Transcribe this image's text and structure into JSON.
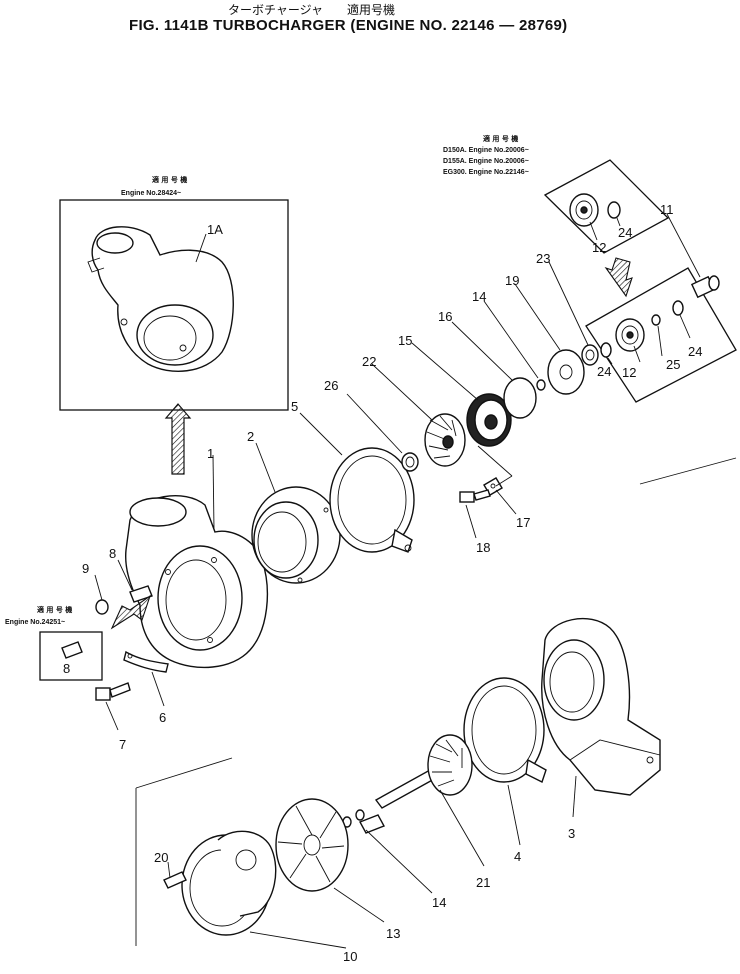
{
  "header": {
    "japanese_title": "ターボチャージャ　　適用号機",
    "figure_title": "FIG. 1141B  TURBOCHARGER (ENGINE  NO.  22146 — 28769)"
  },
  "notes": {
    "top_right": {
      "heading": "適 用 号 機",
      "lines": [
        "D150A. Engine No.20006~",
        "D155A. Engine No.20006~",
        "EG300. Engine No.22146~"
      ]
    },
    "top_left": {
      "heading": "適 用 号 機",
      "line": "Engine No.28424~"
    },
    "left": {
      "heading": "適 用 号 機",
      "line": "Engine No.24251~"
    }
  },
  "callouts": {
    "c1a": "1A",
    "c1": "1",
    "c2": "2",
    "c3": "3",
    "c4": "4",
    "c5": "5",
    "c6": "6",
    "c7": "7",
    "c8a": "8",
    "c8b": "8",
    "c9": "9",
    "c10": "10",
    "c11": "11",
    "c12a": "12",
    "c12b": "12",
    "c13": "13",
    "c14a": "14",
    "c14b": "14",
    "c15": "15",
    "c16": "16",
    "c17": "17",
    "c18": "18",
    "c19": "19",
    "c20": "20",
    "c21": "21",
    "c22": "22",
    "c23": "23",
    "c24a": "24",
    "c24b": "24",
    "c24c": "24",
    "c25": "25",
    "c26": "26"
  }
}
